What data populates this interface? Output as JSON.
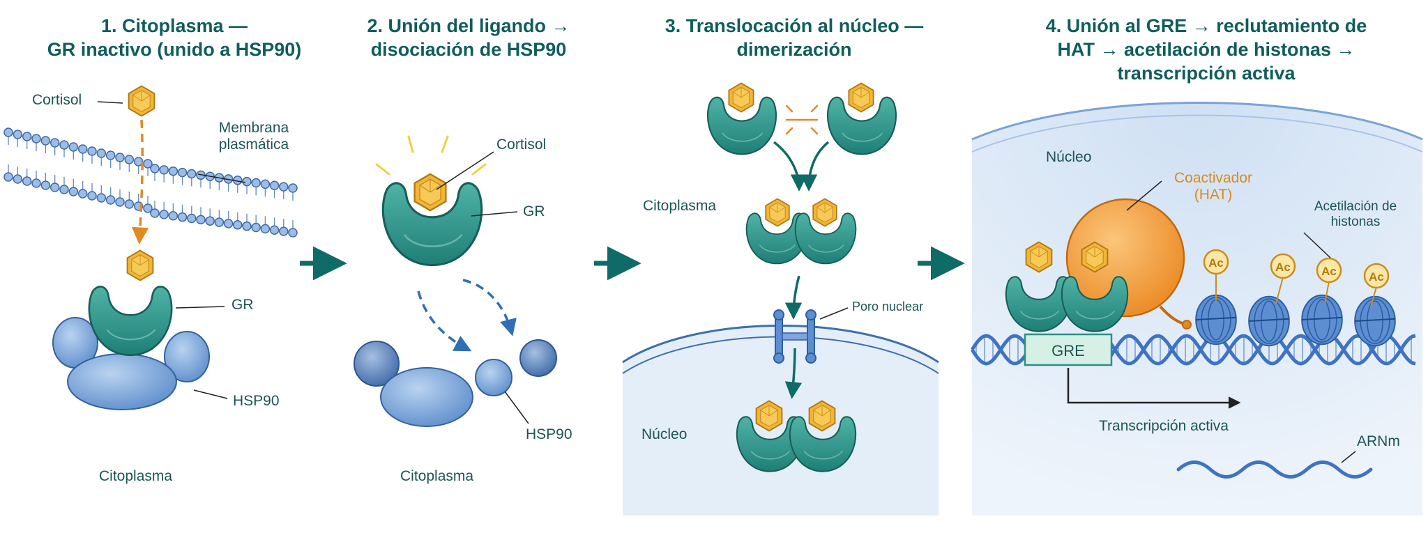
{
  "panels": [
    {
      "title_lines": [
        "1. Citoplasma —",
        "GR inactivo (unido a HSP90)"
      ]
    },
    {
      "title_lines": [
        "2. Unión del ligando →",
        "disociación de HSP90"
      ]
    },
    {
      "title_lines": [
        "3. Translocación al núcleo —",
        "dimerización"
      ]
    },
    {
      "title_lines": [
        "4. Unión al GRE → reclutamiento de",
        "HAT → acetilación de histonas →",
        "transcripción activa"
      ]
    }
  ],
  "labels": {
    "p1_cortisol": "Cortisol",
    "p1_membrane": [
      "Membrana",
      "plasmática"
    ],
    "p1_gr": "GR",
    "p1_hsp90": "HSP90",
    "p1_cytoplasm": "Citoplasma",
    "p2_cortisol": "Cortisol",
    "p2_gr": "GR",
    "p2_hsp90": "HSP90",
    "p2_cytoplasm": "Citoplasma",
    "p3_cytoplasm": "Citoplasma",
    "p3_pore": "Poro nuclear",
    "p3_nucleus": "Núcleo",
    "p4_nucleus": "Núcleo",
    "p4_coactivator": [
      "Coactivador",
      "(HAT)"
    ],
    "p4_acetylation": [
      "Acetilación de",
      "histonas"
    ],
    "p4_gre": "GRE",
    "p4_transcription": "Transcripción activa",
    "p4_mrna": "ARNm",
    "acetyl_mark": "Ac"
  },
  "colors": {
    "title": "#0f5d5c",
    "teal_receptor": "#2e8f84",
    "cortisol": "#f2b53a",
    "hsp90": "#7fa8dc",
    "coactivator": "#f3a240",
    "nucleus": "#dde9f6",
    "dna": "#3f73c2",
    "arrow_teal": "#0f6b68",
    "arrow_orange": "#e08a24"
  }
}
